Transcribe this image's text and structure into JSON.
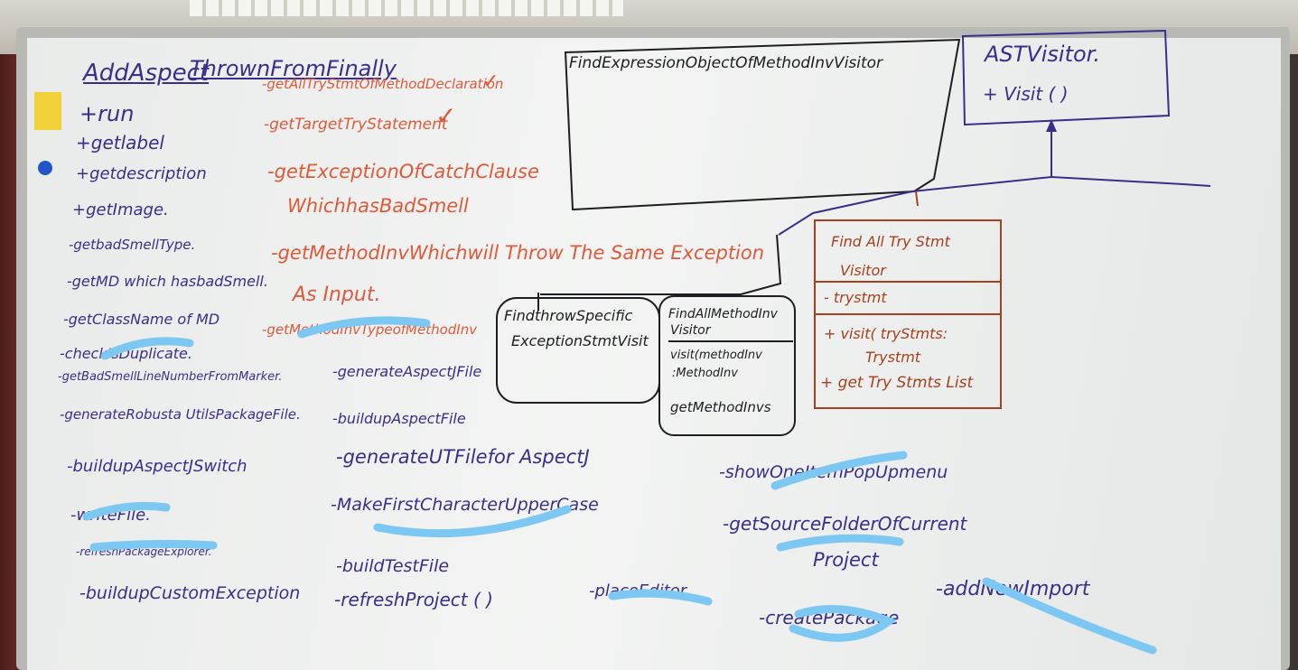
{
  "title_parts": [
    "AddAspect",
    "ThrownFromFinally"
  ],
  "left_list": [
    "+run",
    "+getlabel",
    "+getdescription",
    "+getImage.",
    "-getbadSmellType.",
    "-getMD which hasbadSmell.",
    "-getClassName of MD",
    "-checkIsDuplicate.",
    "-getBadSmellLineNumberFromMarker.",
    "-generateRobusta UtilsPackageFile.",
    "-buildupAspectJSwitch",
    "-writeFile.",
    "-refreshPackageExplorer.",
    "-buildupCustomException"
  ],
  "red_list": [
    "-getAllTryStmtOfMethodDeclaration",
    "-getTargetTryStatement",
    "-getExceptionOfCatchClause",
    "WhichhasBadSmell",
    "-getMethodInvWhichwill Throw The Same Exception",
    "As Input.",
    "-getMethodInvTypeofMethodInv"
  ],
  "checkmark": "✓",
  "middle_list": [
    "-generateAspectJFile",
    "-buildupAspectFile",
    "-generateUTFilefor AspectJ",
    "-MakeFirstCharacterUpperCase",
    "-buildTestFile",
    "-refreshProject (   )",
    "-placeEditor."
  ],
  "right_list": [
    "-showOneItemPopUpmenu",
    "-getSourceFolderOfCurrent",
    "Project",
    "-createPackage",
    "-addNewImport"
  ],
  "diagram": {
    "top_box": "FindExpressionObjectOfMethodInvVisitor",
    "ast_box": {
      "name": "ASTVisitor.",
      "method": "+ Visit (      )"
    },
    "find_throw_box": [
      "FindthrowSpecific",
      "ExceptionStmtVisit"
    ],
    "find_method_box": [
      "FindAllMethodInv",
      "Visitor",
      "visit(methodInv",
      ":MethodInv",
      "getMethodInvs"
    ],
    "try_box": {
      "name": [
        "Find All Try Stmt",
        "Visitor"
      ],
      "field": "- trystmt",
      "methods": [
        "+ visit( tryStmts:",
        "Trystmt",
        "+ get Try Stmts List"
      ]
    }
  },
  "colors": {
    "blue_ink": "#3a2e8c",
    "red_ink": "#e05a3a",
    "brown_ink": "#a8401e",
    "black_ink": "#1e1e22",
    "redaction": "#7cc8f2"
  }
}
